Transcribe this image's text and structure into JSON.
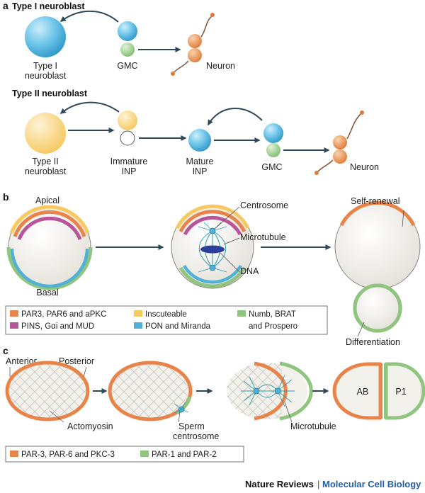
{
  "panel_a": {
    "letter": "a",
    "type1_heading": "Type I neuroblast",
    "type1_neuroblast_label": [
      "Type I",
      "neuroblast"
    ],
    "type1_gmc_label": "GMC",
    "type1_neuron_label": "Neuron",
    "type2_heading": "Type II neuroblast",
    "type2_neuroblast_label": [
      "Type II",
      "neuroblast"
    ],
    "immature_inp_label": [
      "Immature",
      "INP"
    ],
    "mature_inp_label": [
      "Mature",
      "INP"
    ],
    "type2_gmc_label": "GMC",
    "type2_neuron_label": "Neuron"
  },
  "panel_b": {
    "letter": "b",
    "apical": "Apical",
    "basal": "Basal",
    "centrosome": "Centrosome",
    "microtubule": "Microtubule",
    "dna": "DNA",
    "self_renewal": "Self-renewal",
    "differentiation": "Differentiation",
    "legend": [
      {
        "text": "PAR3, PAR6 and aPKC",
        "color": "#e8844a"
      },
      {
        "text": "Inscuteable",
        "color": "#f7c960"
      },
      {
        "text": "Numb, BRAT",
        "text2": "and Prospero",
        "color": "#8fc57f"
      },
      {
        "text": "PINS, Gαi and MUD",
        "color": "#b8549a"
      },
      {
        "text": "PON and Miranda",
        "color": "#4fb1d6"
      }
    ]
  },
  "panel_c": {
    "letter": "c",
    "anterior": "Anterior",
    "posterior": "Posterior",
    "actomyosin": "Actomyosin",
    "sperm_centrosome": [
      "Sperm",
      "centrosome"
    ],
    "microtubule": "Microtubule",
    "cell_ab": "AB",
    "cell_p1": "P1",
    "legend": [
      {
        "text": "PAR-3, PAR-6 and PKC-3",
        "color": "#e8844a"
      },
      {
        "text": "PAR-1 and PAR-2",
        "color": "#8fc57f"
      }
    ]
  },
  "footer": {
    "journal": "Nature Reviews",
    "separator": "|",
    "subtitle": "Molecular Cell Biology"
  },
  "colors": {
    "orange": "#e8844a",
    "yellow": "#f7c960",
    "green": "#8fc57f",
    "magenta": "#b8549a",
    "blue": "#4fb1d6",
    "arrow": "#2f4858",
    "cell_fill": "#ece9e3",
    "footer_blue": "#1f5fa8"
  }
}
